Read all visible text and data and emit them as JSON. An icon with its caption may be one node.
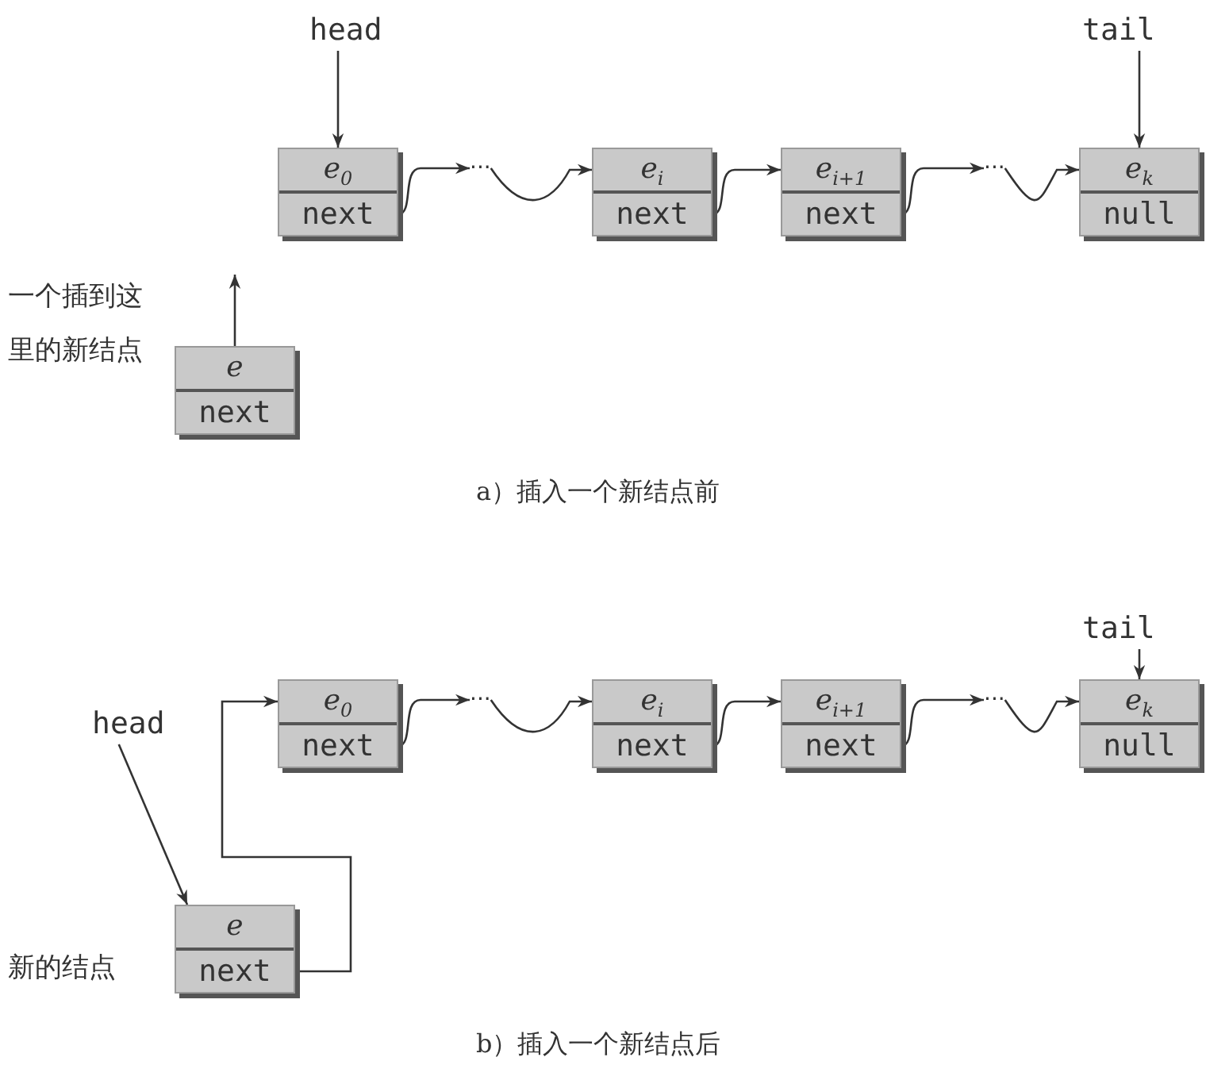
{
  "diagram": {
    "nodes": [
      {
        "text": [
          "head"
        ]
      },
      {
        "text": [
          "e$_{0}$",
          "next"
        ]
      },
      {
        "text": [
          "···"
        ]
      },
      {
        "text": [
          "e$_{i}$",
          "next"
        ]
      },
      {
        "text": [
          "e$_{i+1}$",
          "next"
        ]
      },
      {
        "text": [
          "···"
        ]
      },
      {
        "text": [
          "e$_{k}$",
          "null"
        ]
      },
      {
        "text": [
          "tail"
        ]
      },
      {
        "text": [
          "e",
          "next"
        ]
      },
      {
        "text": [
          "tail"
        ]
      },
      {
        "text": [
          "e$_{0}$",
          "next"
        ]
      },
      {
        "text": [
          "···"
        ]
      },
      {
        "text": [
          "e$_{i}$",
          "next"
        ]
      },
      {
        "text": [
          "e$_{i+1}$",
          "next"
        ]
      },
      {
        "text": [
          "···"
        ]
      },
      {
        "text": [
          "e$_{k}$",
          "null"
        ]
      },
      {
        "text": [
          "head"
        ]
      },
      {
        "text": [
          "e",
          "next"
        ],
        "beside": [
          "新的结点"
        ]
      }
    ],
    "edges": [
      {
        "from": 0,
        "to": 1,
        "arrow": "to"
      },
      {
        "from": 1,
        "to": 2,
        "arrow": "to"
      },
      {
        "from": 2,
        "to": 3,
        "arrow": "to"
      },
      {
        "from": 3,
        "to": 4,
        "arrow": "to"
      },
      {
        "from": 4,
        "to": 5,
        "arrow": "to"
      },
      {
        "from": 5,
        "to": 6,
        "arrow": "to"
      },
      {
        "from": 7,
        "to": 6,
        "arrow": "to"
      },
      {
        "from": 8,
        "to": null,
        "arrow": "to"
      },
      {
        "from": 9,
        "to": 15,
        "arrow": "to"
      },
      {
        "from": 10,
        "to": 11,
        "arrow": "to"
      },
      {
        "from": 11,
        "to": 12,
        "arrow": "to"
      },
      {
        "from": 12,
        "to": 13,
        "arrow": "to"
      },
      {
        "from": 13,
        "to": 14,
        "arrow": "to"
      },
      {
        "from": 14,
        "to": 15,
        "arrow": "to"
      },
      {
        "from": 16,
        "to": 17,
        "arrow": "to"
      },
      {
        "from": 17,
        "to": 10,
        "arrow": "to"
      }
    ],
    "labels": [
      "一个插到这里的新结点",
      "a）插入一个新结点前",
      "b）插入一个新结点后"
    ]
  }
}
